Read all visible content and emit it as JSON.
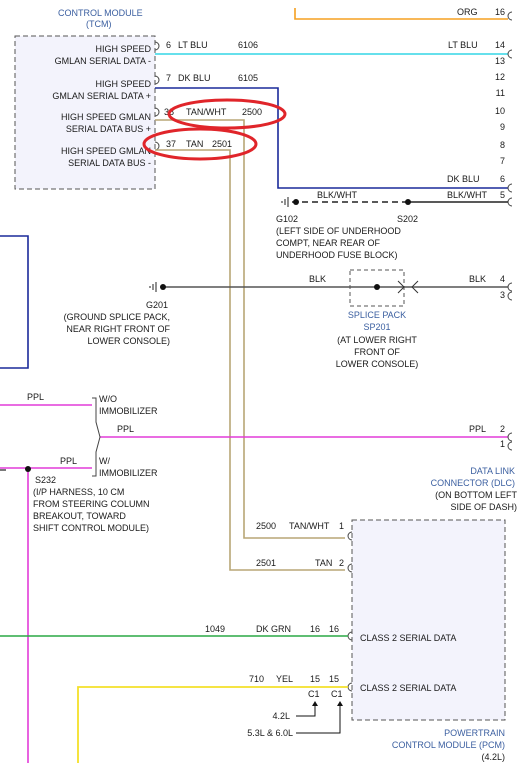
{
  "tcm": {
    "title_line1": "CONTROL MODULE",
    "title_line2": "(TCM)",
    "pins": [
      {
        "name_line1": "HIGH SPEED",
        "name_line2": "GMLAN SERIAL DATA -",
        "pin": "6",
        "color": "LT BLU",
        "circuit": "6106"
      },
      {
        "name_line1": "HIGH SPEED",
        "name_line2": "GMLAN SERIAL DATA +",
        "pin": "7",
        "color": "DK BLU",
        "circuit": "6105"
      },
      {
        "name_line1": "HIGH SPEED GMLAN",
        "name_line2": "SERIAL DATA BUS +",
        "pin": "38",
        "color": "TAN/WHT",
        "circuit": "2500"
      },
      {
        "name_line1": "HIGH SPEED GMLAN",
        "name_line2": "SERIAL DATA BUS -",
        "pin": "37",
        "color": "TAN",
        "circuit": "2501"
      }
    ]
  },
  "right_connector": {
    "pins": [
      "16",
      "14",
      "13",
      "12",
      "11",
      "10",
      "9",
      "8",
      "7",
      "6",
      "5"
    ],
    "top_wire_color": "ORG",
    "lt_blu_color": "LT BLU",
    "dk_blu_color": "DK BLU",
    "blk_wht_color": "BLK/WHT"
  },
  "g102": {
    "wire_color": "BLK/WHT",
    "label": "G102",
    "splice": "S202",
    "desc_line1": "(LEFT SIDE OF UNDERHOOD",
    "desc_line2": "COMPT, NEAR REAR OF",
    "desc_line3": "UNDERHOOD FUSE BLOCK)"
  },
  "g201": {
    "label": "G201",
    "desc_line1": "(GROUND SPLICE PACK,",
    "desc_line2": "NEAR RIGHT FRONT OF",
    "desc_line3": "LOWER CONSOLE)",
    "wire_color_left": "BLK",
    "wire_color_right": "BLK",
    "pin_top": "4",
    "pin_bottom": "3"
  },
  "sp201": {
    "title_line1": "SPLICE PACK",
    "title_line2": "SP201",
    "desc_line1": "(AT LOWER RIGHT",
    "desc_line2": "FRONT OF",
    "desc_line3": "LOWER CONSOLE)"
  },
  "ppl": {
    "wo_line1": "W/O",
    "wo_line2": "IMMOBILIZER",
    "w_line1": "W/",
    "w_line2": "IMMOBILIZER",
    "color": "PPL",
    "pin_top": "2",
    "pin_bottom": "1"
  },
  "s232": {
    "label": "S232",
    "desc_line1": "(I/P HARNESS, 10 CM",
    "desc_line2": "FROM STEERING COLUMN",
    "desc_line3": "BREAKOUT, TOWARD",
    "desc_line4": "SHIFT CONTROL MODULE)"
  },
  "dlc": {
    "title_line1": "DATA LINK",
    "title_line2": "CONNECTOR (DLC)",
    "desc_line1": "(ON BOTTOM LEFT",
    "desc_line2": "SIDE OF DASH)"
  },
  "pcm": {
    "rows": [
      {
        "circuit": "2500",
        "color": "TAN/WHT",
        "pin": "1"
      },
      {
        "circuit": "2501",
        "color": "TAN",
        "pin": "2"
      },
      {
        "circuit": "1049",
        "color": "DK GRN",
        "pin": "16",
        "pin_inner": "16",
        "label": "CLASS 2 SERIAL DATA"
      },
      {
        "circuit": "710",
        "color": "YEL",
        "pin": "15",
        "pin_inner": "15",
        "label": "CLASS 2 SERIAL DATA"
      }
    ],
    "c1_a": "C1",
    "c1_b": "C1",
    "variant_a": "4.2L",
    "variant_b": "5.3L & 6.0L",
    "title_line1": "POWERTRAIN",
    "title_line2": "CONTROL MODULE (PCM)",
    "title_line3": "(4.2L)"
  },
  "colors": {
    "orange": "#f5a020",
    "lt_blu": "#33d6e6",
    "dk_blu": "#1a2a9a",
    "tan": "#b8a676",
    "purple": "#e23cd8",
    "green": "#2aa845",
    "yellow": "#f4e02a",
    "highlight": "#e0252a",
    "module_fill": "#f3f3fc"
  }
}
